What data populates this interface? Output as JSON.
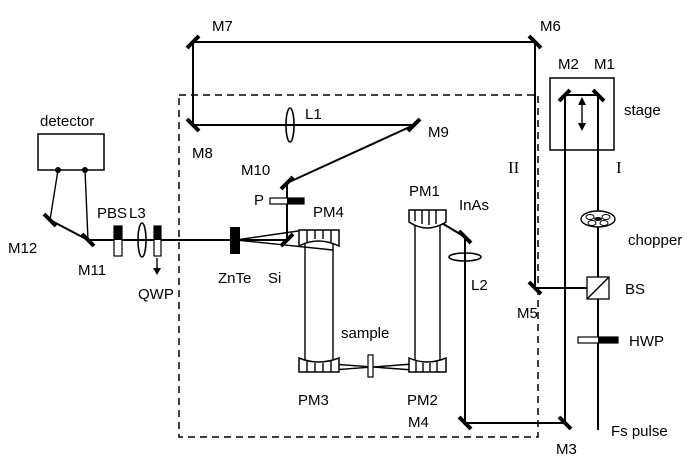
{
  "labels": {
    "detector": "detector",
    "M1": "M1",
    "M2": "M2",
    "M3": "M3",
    "M4": "M4",
    "M5": "M5",
    "M6": "M6",
    "M7": "M7",
    "M8": "M8",
    "M9": "M9",
    "M10": "M10",
    "M11": "M11",
    "M12": "M12",
    "L1": "L1",
    "L2": "L2",
    "L3": "L3",
    "PM1": "PM1",
    "PM2": "PM2",
    "PM3": "PM3",
    "PM4": "PM4",
    "stage": "stage",
    "chopper": "chopper",
    "BS": "BS",
    "HWP": "HWP",
    "fs_pulse": "Fs pulse",
    "PBS": "PBS",
    "QWP": "QWP",
    "ZnTe": "ZnTe",
    "Si": "Si",
    "InAs": "InAs",
    "P": "P",
    "sample": "sample",
    "path_I": "I",
    "path_II": "II"
  }
}
